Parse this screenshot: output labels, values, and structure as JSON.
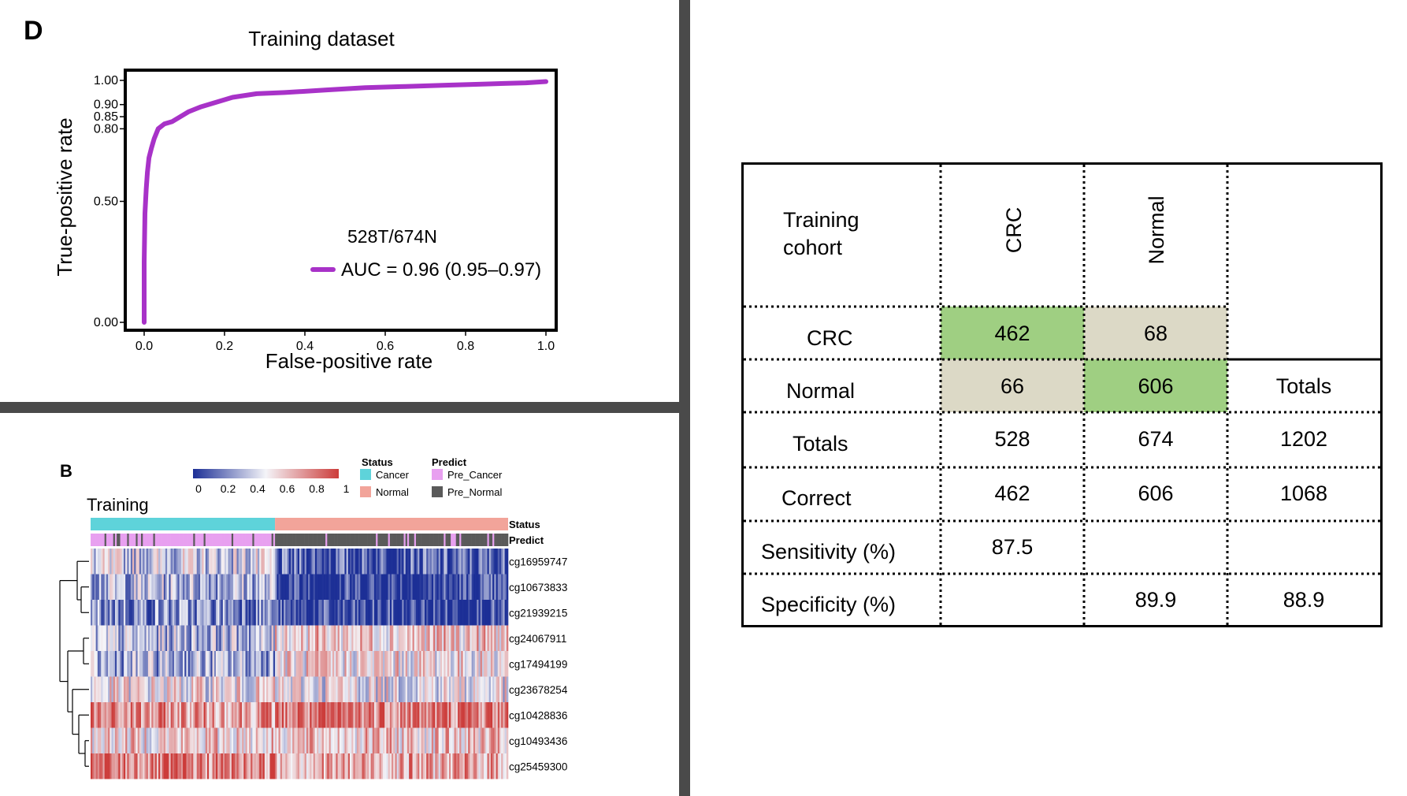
{
  "roc_panel": {
    "letter": "D",
    "title": "Training dataset",
    "annotation": "528T/674N",
    "legend_label": "AUC = 0.96 (0.95–0.97)"
  },
  "heatmap_panel": {
    "letter": "B",
    "title": "Training",
    "colorbar_ticks": [
      "0",
      "0.2",
      "0.4",
      "0.6",
      "0.8",
      "1"
    ],
    "legend_status_title": "Status",
    "legend_status_items": [
      "Cancer",
      "Normal"
    ],
    "legend_predict_title": "Predict",
    "legend_predict_items": [
      "Pre_Cancer",
      "Pre_Normal"
    ],
    "track_labels": [
      "Status",
      "Predict"
    ],
    "row_labels": [
      "cg16959747",
      "cg10673833",
      "cg21939215",
      "cg24067911",
      "cg17494199",
      "cg23678254",
      "cg10428836",
      "cg10493436",
      "cg25459300"
    ],
    "colors": {
      "cancer": "#5ed3da",
      "normal": "#f2a49a",
      "pre_cancer": "#e8a0f0",
      "pre_normal": "#5a5a5a",
      "low": "#1c2f96",
      "mid": "#f4f4f8",
      "high": "#cc3c3a"
    }
  },
  "confusion_table": {
    "header_label": "Training\ncohort",
    "col_headers": [
      "CRC",
      "Normal"
    ],
    "rows": [
      {
        "label": "CRC",
        "cells": [
          "462",
          "68",
          ""
        ]
      },
      {
        "label": "Normal",
        "cells": [
          "66",
          "606",
          "Totals"
        ]
      },
      {
        "label": "Totals",
        "cells": [
          "528",
          "674",
          "1202"
        ]
      },
      {
        "label": "Correct",
        "cells": [
          "462",
          "606",
          "1068"
        ]
      },
      {
        "label": "Sensitivity (%)",
        "cells": [
          "87.5",
          "",
          ""
        ]
      },
      {
        "label": "Specificity (%)",
        "cells": [
          "",
          "89.9",
          "88.9"
        ]
      }
    ],
    "colors": {
      "correct_fill": "#9fcf82",
      "error_fill": "#dcd9c6"
    }
  },
  "chart_data": {
    "type": "line",
    "title": "Training dataset",
    "xlabel": "False-positive rate",
    "ylabel": "True-positive rate",
    "xlim": [
      0,
      1
    ],
    "ylim": [
      0,
      1
    ],
    "x_ticks": [
      "0.0",
      "0.2",
      "0.4",
      "0.6",
      "0.8",
      "1.0"
    ],
    "y_ticks": [
      "0.00",
      "0.50",
      "0.80",
      "0.85",
      "0.90",
      "1.00"
    ],
    "y_tick_values": [
      0.0,
      0.5,
      0.8,
      0.85,
      0.9,
      1.0
    ],
    "series": [
      {
        "name": "AUC = 0.96 (0.95–0.97)",
        "color": "#a832c8",
        "x": [
          0,
          0,
          0.002,
          0.005,
          0.008,
          0.012,
          0.018,
          0.025,
          0.035,
          0.05,
          0.07,
          0.09,
          0.11,
          0.14,
          0.18,
          0.22,
          0.28,
          0.35,
          0.45,
          0.55,
          0.65,
          0.75,
          0.85,
          0.95,
          1.0
        ],
        "y": [
          0,
          0.25,
          0.45,
          0.55,
          0.62,
          0.68,
          0.72,
          0.76,
          0.8,
          0.82,
          0.83,
          0.85,
          0.87,
          0.89,
          0.91,
          0.93,
          0.945,
          0.95,
          0.96,
          0.97,
          0.975,
          0.98,
          0.985,
          0.99,
          0.995
        ]
      }
    ]
  }
}
